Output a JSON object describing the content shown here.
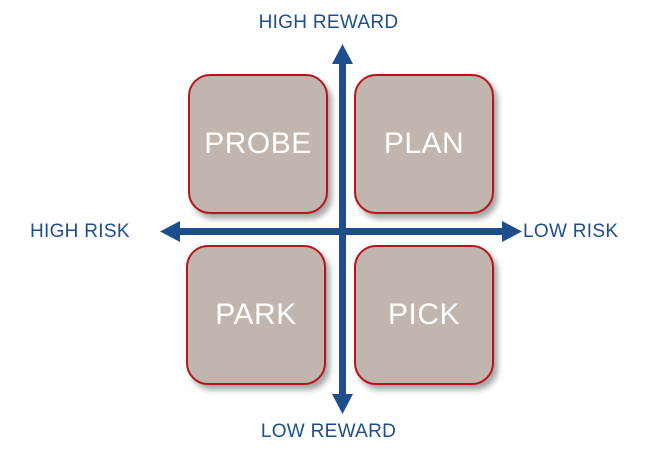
{
  "axes": {
    "top": "HIGH REWARD",
    "bottom": "LOW REWARD",
    "left": "HIGH RISK",
    "right": "LOW RISK"
  },
  "quadrants": {
    "top_left": "PROBE",
    "top_right": "PLAN",
    "bottom_left": "PARK",
    "bottom_right": "PICK"
  },
  "colors": {
    "axis": "#1f4e8c",
    "box_fill": "#c1b6ae",
    "box_border": "#b8141d",
    "box_text": "#ffffff"
  }
}
